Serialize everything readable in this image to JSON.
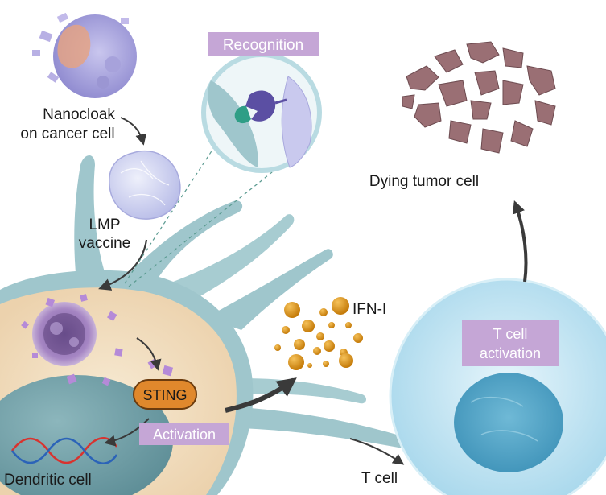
{
  "labels": {
    "nanocloak_line1": "Nanocloak",
    "nanocloak_line2": "on cancer cell",
    "lmp_line1": "LMP",
    "lmp_line2": "vaccine",
    "recognition": "Recognition",
    "dying_tumor_cell": "Dying tumor cell",
    "ifn": "IFN-I",
    "t_cell_activation_line1": "T cell",
    "t_cell_activation_line2": "activation",
    "sting": "STING",
    "activation": "Activation",
    "dendritic_cell": "Dendritic cell",
    "t_cell": "T cell"
  },
  "colors": {
    "tag_purple": "#c5a6d6",
    "sting_orange": "#e0882c",
    "membrane_teal": "#9fc6cc",
    "cytoplasm": "#f3e1c5",
    "nucleus": "#6e9ea6",
    "ifn_gold": "#d98e12",
    "t_cell_blue": "#bfe3f2",
    "tumor_debris": "#9a6f74",
    "dna_red": "#d8332f",
    "dna_blue": "#2b63b8"
  }
}
